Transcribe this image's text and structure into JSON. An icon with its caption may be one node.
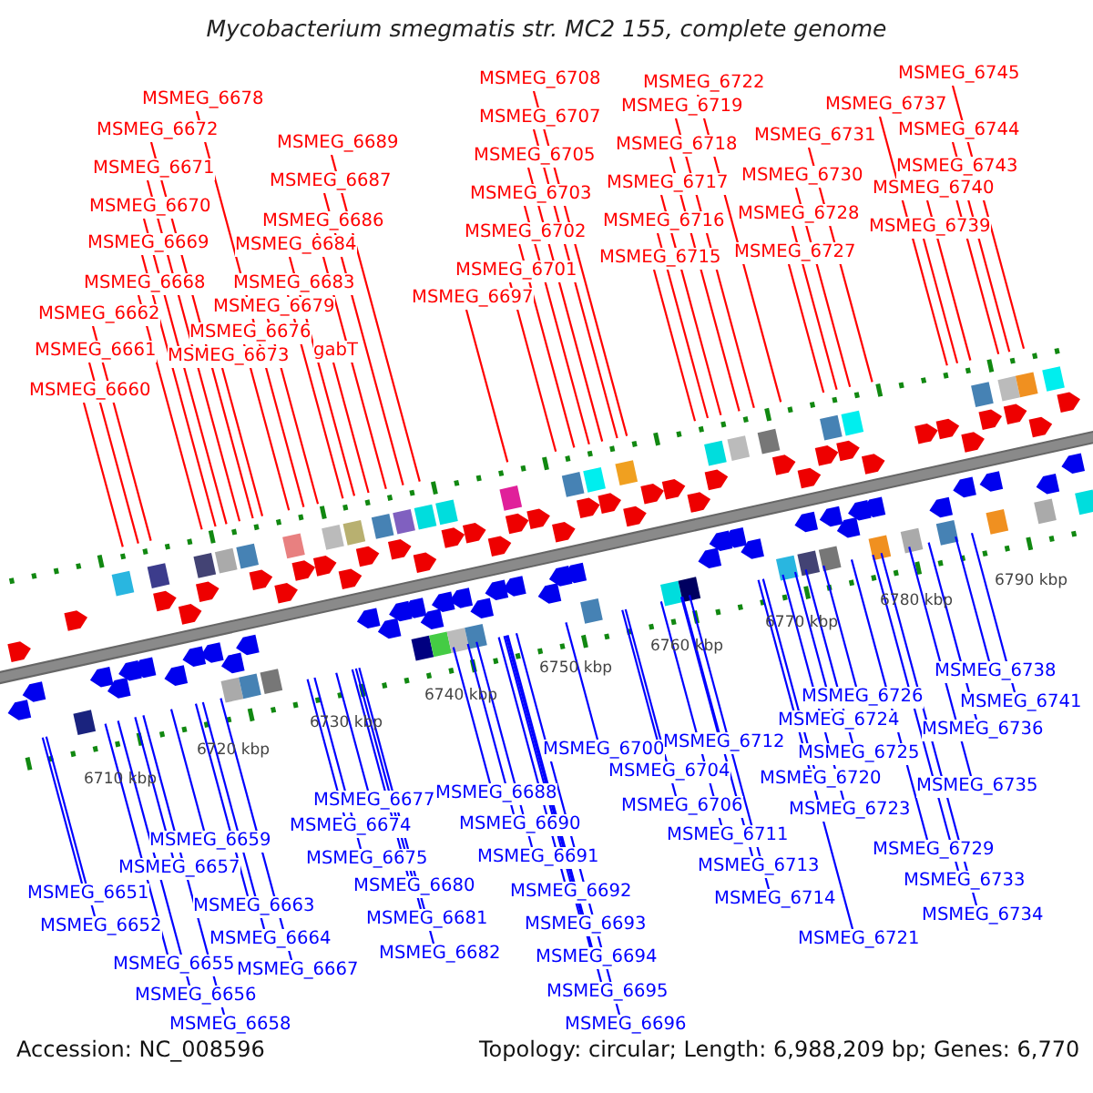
{
  "diagram": {
    "title": "Mycobacterium smegmatis str. MC2 155, complete genome",
    "nodes": [
      {
        "text": [
          "MSMEG_6678"
        ]
      },
      {
        "text": [
          "MSMEG_6672"
        ]
      },
      {
        "text": [
          "MSMEG_6671"
        ]
      },
      {
        "text": [
          "MSMEG_6670"
        ]
      },
      {
        "text": [
          "MSMEG_6669"
        ]
      },
      {
        "text": [
          "MSMEG_6668"
        ]
      },
      {
        "text": [
          "MSMEG_6662"
        ]
      },
      {
        "text": [
          "MSMEG_6661"
        ]
      },
      {
        "text": [
          "MSMEG_6660"
        ]
      },
      {
        "text": [
          "MSMEG_6689"
        ]
      },
      {
        "text": [
          "MSMEG_6687"
        ]
      },
      {
        "text": [
          "MSMEG_6686"
        ]
      },
      {
        "text": [
          "MSMEG_6684"
        ]
      },
      {
        "text": [
          "MSMEG_6683"
        ]
      },
      {
        "text": [
          "MSMEG_6679"
        ]
      },
      {
        "text": [
          "MSMEG_6676"
        ]
      },
      {
        "text": [
          "MSMEG_6673"
        ]
      },
      {
        "text": [
          "gabT"
        ]
      },
      {
        "text": [
          "MSMEG_6708"
        ]
      },
      {
        "text": [
          "MSMEG_6707"
        ]
      },
      {
        "text": [
          "MSMEG_6705"
        ]
      },
      {
        "text": [
          "MSMEG_6703"
        ]
      },
      {
        "text": [
          "MSMEG_6702"
        ]
      },
      {
        "text": [
          "MSMEG_6701"
        ]
      },
      {
        "text": [
          "MSMEG_6697"
        ]
      },
      {
        "text": [
          "MSMEG_6722"
        ]
      },
      {
        "text": [
          "MSMEG_6719"
        ]
      },
      {
        "text": [
          "MSMEG_6718"
        ]
      },
      {
        "text": [
          "MSMEG_6717"
        ]
      },
      {
        "text": [
          "MSMEG_6716"
        ]
      },
      {
        "text": [
          "MSMEG_6715"
        ]
      },
      {
        "text": [
          "MSMEG_6731"
        ]
      },
      {
        "text": [
          "MSMEG_6730"
        ]
      },
      {
        "text": [
          "MSMEG_6728"
        ]
      },
      {
        "text": [
          "MSMEG_6727"
        ]
      },
      {
        "text": [
          "MSMEG_6745"
        ]
      },
      {
        "text": [
          "MSMEG_6737"
        ]
      },
      {
        "text": [
          "MSMEG_6744"
        ]
      },
      {
        "text": [
          "MSMEG_6743"
        ]
      },
      {
        "text": [
          "MSMEG_6740"
        ]
      },
      {
        "text": [
          "MSMEG_6739"
        ]
      },
      {
        "text": [
          "MSMEG_6659"
        ]
      },
      {
        "text": [
          "MSMEG_6657"
        ]
      },
      {
        "text": [
          "MSMEG_6651"
        ]
      },
      {
        "text": [
          "MSMEG_6652"
        ]
      },
      {
        "text": [
          "MSMEG_6663"
        ]
      },
      {
        "text": [
          "MSMEG_6664"
        ]
      },
      {
        "text": [
          "MSMEG_6655"
        ]
      },
      {
        "text": [
          "MSMEG_6667"
        ]
      },
      {
        "text": [
          "MSMEG_6656"
        ]
      },
      {
        "text": [
          "MSMEG_6658"
        ]
      },
      {
        "text": [
          "MSMEG_6677"
        ]
      },
      {
        "text": [
          "MSMEG_6674"
        ]
      },
      {
        "text": [
          "MSMEG_6675"
        ]
      },
      {
        "text": [
          "MSMEG_6680"
        ]
      },
      {
        "text": [
          "MSMEG_6681"
        ]
      },
      {
        "text": [
          "MSMEG_6682"
        ]
      },
      {
        "text": [
          "MSMEG_6688"
        ]
      },
      {
        "text": [
          "MSMEG_6690"
        ]
      },
      {
        "text": [
          "MSMEG_6691"
        ]
      },
      {
        "text": [
          "MSMEG_6692"
        ]
      },
      {
        "text": [
          "MSMEG_6693"
        ]
      },
      {
        "text": [
          "MSMEG_6694"
        ]
      },
      {
        "text": [
          "MSMEG_6695"
        ]
      },
      {
        "text": [
          "MSMEG_6696"
        ]
      },
      {
        "text": [
          "MSMEG_6700"
        ]
      },
      {
        "text": [
          "MSMEG_6712"
        ]
      },
      {
        "text": [
          "MSMEG_6704"
        ]
      },
      {
        "text": [
          "MSMEG_6706"
        ]
      },
      {
        "text": [
          "MSMEG_6711"
        ]
      },
      {
        "text": [
          "MSMEG_6713"
        ]
      },
      {
        "text": [
          "MSMEG_6714"
        ]
      },
      {
        "text": [
          "MSMEG_6726"
        ]
      },
      {
        "text": [
          "MSMEG_6724"
        ]
      },
      {
        "text": [
          "MSMEG_6725"
        ]
      },
      {
        "text": [
          "MSMEG_6720"
        ]
      },
      {
        "text": [
          "MSMEG_6723"
        ]
      },
      {
        "text": [
          "MSMEG_6721"
        ]
      },
      {
        "text": [
          "MSMEG_6738"
        ]
      },
      {
        "text": [
          "MSMEG_6741"
        ]
      },
      {
        "text": [
          "MSMEG_6736"
        ]
      },
      {
        "text": [
          "MSMEG_6735"
        ]
      },
      {
        "text": [
          "MSMEG_6729"
        ]
      },
      {
        "text": [
          "MSMEG_6733"
        ]
      },
      {
        "text": [
          "MSMEG_6734"
        ]
      }
    ],
    "edges": [
      {
        "from": 0,
        "to": null,
        "arrow": "none",
        "color": "#ff0000"
      },
      {
        "from": 1,
        "to": null,
        "arrow": "none",
        "color": "#ff0000"
      },
      {
        "from": 2,
        "to": null,
        "arrow": "none",
        "color": "#ff0000"
      },
      {
        "from": 3,
        "to": null,
        "arrow": "none",
        "color": "#ff0000"
      },
      {
        "from": 4,
        "to": null,
        "arrow": "none",
        "color": "#ff0000"
      },
      {
        "from": 5,
        "to": null,
        "arrow": "none",
        "color": "#ff0000"
      },
      {
        "from": 6,
        "to": null,
        "arrow": "none",
        "color": "#ff0000"
      },
      {
        "from": 7,
        "to": null,
        "arrow": "none",
        "color": "#ff0000"
      },
      {
        "from": 8,
        "to": null,
        "arrow": "none",
        "color": "#ff0000"
      },
      {
        "from": 9,
        "to": null,
        "arrow": "none",
        "color": "#ff0000"
      },
      {
        "from": 10,
        "to": null,
        "arrow": "none",
        "color": "#ff0000"
      },
      {
        "from": 11,
        "to": null,
        "arrow": "none",
        "color": "#ff0000"
      },
      {
        "from": 12,
        "to": null,
        "arrow": "none",
        "color": "#ff0000"
      },
      {
        "from": 13,
        "to": null,
        "arrow": "none",
        "color": "#ff0000"
      },
      {
        "from": 14,
        "to": null,
        "arrow": "none",
        "color": "#ff0000"
      },
      {
        "from": 15,
        "to": null,
        "arrow": "none",
        "color": "#ff0000"
      },
      {
        "from": 16,
        "to": null,
        "arrow": "none",
        "color": "#ff0000"
      },
      {
        "from": 17,
        "to": null,
        "arrow": "none",
        "color": "#ff0000"
      },
      {
        "from": 18,
        "to": null,
        "arrow": "none",
        "color": "#ff0000"
      },
      {
        "from": 19,
        "to": null,
        "arrow": "none",
        "color": "#ff0000"
      },
      {
        "from": 20,
        "to": null,
        "arrow": "none",
        "color": "#ff0000"
      },
      {
        "from": 21,
        "to": null,
        "arrow": "none",
        "color": "#ff0000"
      },
      {
        "from": 22,
        "to": null,
        "arrow": "none",
        "color": "#ff0000"
      },
      {
        "from": 23,
        "to": null,
        "arrow": "none",
        "color": "#ff0000"
      },
      {
        "from": 24,
        "to": null,
        "arrow": "none",
        "color": "#ff0000"
      },
      {
        "from": 25,
        "to": null,
        "arrow": "none",
        "color": "#ff0000"
      },
      {
        "from": 26,
        "to": null,
        "arrow": "none",
        "color": "#ff0000"
      },
      {
        "from": 27,
        "to": null,
        "arrow": "none",
        "color": "#ff0000"
      },
      {
        "from": 28,
        "to": null,
        "arrow": "none",
        "color": "#ff0000"
      },
      {
        "from": 29,
        "to": null,
        "arrow": "none",
        "color": "#ff0000"
      },
      {
        "from": 30,
        "to": null,
        "arrow": "none",
        "color": "#ff0000"
      },
      {
        "from": 31,
        "to": null,
        "arrow": "none",
        "color": "#ff0000"
      },
      {
        "from": 32,
        "to": null,
        "arrow": "none",
        "color": "#ff0000"
      },
      {
        "from": 33,
        "to": null,
        "arrow": "none",
        "color": "#ff0000"
      },
      {
        "from": 34,
        "to": null,
        "arrow": "none",
        "color": "#ff0000"
      },
      {
        "from": 35,
        "to": null,
        "arrow": "none",
        "color": "#ff0000"
      },
      {
        "from": 36,
        "to": null,
        "arrow": "none",
        "color": "#ff0000"
      },
      {
        "from": 37,
        "to": null,
        "arrow": "none",
        "color": "#ff0000"
      },
      {
        "from": 38,
        "to": null,
        "arrow": "none",
        "color": "#ff0000"
      },
      {
        "from": 39,
        "to": null,
        "arrow": "none",
        "color": "#ff0000"
      },
      {
        "from": 40,
        "to": null,
        "arrow": "none",
        "color": "#ff0000"
      },
      {
        "from": 41,
        "to": null,
        "arrow": "none"
      },
      {
        "from": 42,
        "to": null,
        "arrow": "none"
      },
      {
        "from": 43,
        "to": null,
        "arrow": "none"
      },
      {
        "from": 44,
        "to": null,
        "arrow": "none"
      },
      {
        "from": 45,
        "to": null,
        "arrow": "none"
      },
      {
        "from": 46,
        "to": null,
        "arrow": "none"
      },
      {
        "from": 47,
        "to": null,
        "arrow": "none"
      },
      {
        "from": 48,
        "to": null,
        "arrow": "none"
      },
      {
        "from": 49,
        "to": null,
        "arrow": "none"
      },
      {
        "from": 50,
        "to": null,
        "arrow": "none"
      },
      {
        "from": 51,
        "to": null,
        "arrow": "none"
      },
      {
        "from": 52,
        "to": null,
        "arrow": "none"
      },
      {
        "from": 53,
        "to": null,
        "arrow": "none"
      },
      {
        "from": 54,
        "to": null,
        "arrow": "none"
      },
      {
        "from": 55,
        "to": null,
        "arrow": "none"
      },
      {
        "from": 56,
        "to": null,
        "arrow": "none"
      },
      {
        "from": 57,
        "to": null,
        "arrow": "none"
      },
      {
        "from": 58,
        "to": null,
        "arrow": "none"
      },
      {
        "from": 59,
        "to": null,
        "arrow": "none"
      },
      {
        "from": 60,
        "to": null,
        "arrow": "none"
      },
      {
        "from": 61,
        "to": null,
        "arrow": "none"
      },
      {
        "from": 62,
        "to": null,
        "arrow": "none"
      },
      {
        "from": 63,
        "to": null,
        "arrow": "none"
      },
      {
        "from": 64,
        "to": null,
        "arrow": "none"
      },
      {
        "from": 65,
        "to": null,
        "arrow": "none"
      },
      {
        "from": 66,
        "to": null,
        "arrow": "none"
      },
      {
        "from": 67,
        "to": null,
        "arrow": "none"
      },
      {
        "from": 68,
        "to": null,
        "arrow": "none"
      },
      {
        "from": 69,
        "to": null,
        "arrow": "none"
      },
      {
        "from": 70,
        "to": null,
        "arrow": "none"
      },
      {
        "from": 71,
        "to": null,
        "arrow": "none"
      },
      {
        "from": 72,
        "to": null,
        "arrow": "none"
      },
      {
        "from": 73,
        "to": null,
        "arrow": "none"
      },
      {
        "from": 74,
        "to": null,
        "arrow": "none"
      },
      {
        "from": 75,
        "to": null,
        "arrow": "none"
      },
      {
        "from": 76,
        "to": null,
        "arrow": "none"
      },
      {
        "from": 77,
        "to": null,
        "arrow": "none"
      },
      {
        "from": 78,
        "to": null,
        "arrow": "none"
      },
      {
        "from": 79,
        "to": null,
        "arrow": "none"
      },
      {
        "from": 80,
        "to": null,
        "arrow": "none"
      },
      {
        "from": 81,
        "to": null,
        "arrow": "none"
      },
      {
        "from": 82,
        "to": null,
        "arrow": "none"
      },
      {
        "from": 83,
        "to": null,
        "arrow": "none"
      },
      {
        "from": 84,
        "to": null,
        "arrow": "none"
      }
    ],
    "labels": [
      "6790 kbp",
      "6780 kbp",
      "6770 kbp",
      "6760 kbp",
      "6750 kbp",
      "6740 kbp",
      "6730 kbp",
      "6720 kbp",
      "6710 kbp",
      "Accession: NC_008596",
      "Topology: circular; Length: 6,988,209 bp; Genes: 6,770"
    ]
  }
}
